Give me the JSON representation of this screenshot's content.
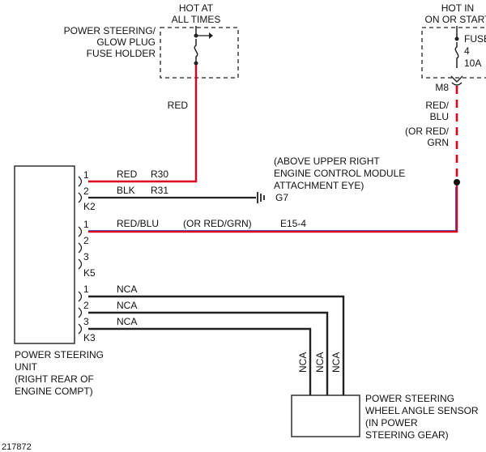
{
  "diagram_id": "217872",
  "top_sources": {
    "left": {
      "line1": "HOT AT",
      "line2": "ALL TIMES"
    },
    "right": {
      "line1": "HOT IN",
      "line2": "ON OR START"
    }
  },
  "fuse_holder": {
    "line1": "POWER STEERING/",
    "line2": "GLOW PLUG",
    "line3": "FUSE HOLDER"
  },
  "fuse_right": {
    "name": "FUSE",
    "number": "4",
    "rating": "10A"
  },
  "connector_m8": "M8",
  "wire_red": "RED",
  "wire_red_blu": {
    "line1": "RED/",
    "line2": "BLU",
    "alt1": "(OR RED/",
    "alt2": "GRN"
  },
  "ground_note": {
    "line1": "(ABOVE UPPER RIGHT",
    "line2": "ENGINE CONTROL MODULE",
    "line3": "ATTACHMENT EYE)"
  },
  "ground_label": "G7",
  "k2": {
    "label": "K2",
    "pins": [
      {
        "pin": "1",
        "color": "RED",
        "circuit": "R30"
      },
      {
        "pin": "2",
        "color": "BLK",
        "circuit": "R31"
      }
    ]
  },
  "k5": {
    "label": "K5",
    "pins": [
      {
        "pin": "1",
        "color": "RED/BLU",
        "alt": "(OR RED/GRN)",
        "circuit": "E15-4"
      },
      {
        "pin": "2"
      },
      {
        "pin": "3"
      }
    ]
  },
  "k3": {
    "label": "K3",
    "pins": [
      {
        "pin": "1",
        "color": "NCA"
      },
      {
        "pin": "2",
        "color": "NCA"
      },
      {
        "pin": "3",
        "color": "NCA"
      }
    ]
  },
  "vertical_nca": [
    "NCA",
    "NCA",
    "NCA"
  ],
  "ps_unit": {
    "line1": "POWER STEERING",
    "line2": "UNIT",
    "line3": "(RIGHT REAR OF",
    "line4": "ENGINE COMPT)"
  },
  "sensor": {
    "line1": "POWER STEERING",
    "line2": "WHEEL ANGLE SENSOR",
    "line3": "(IN POWER",
    "line4": "STEERING GEAR)"
  },
  "colors": {
    "red": "#e0001b",
    "blue": "#1f3fbf",
    "black": "#222222"
  }
}
